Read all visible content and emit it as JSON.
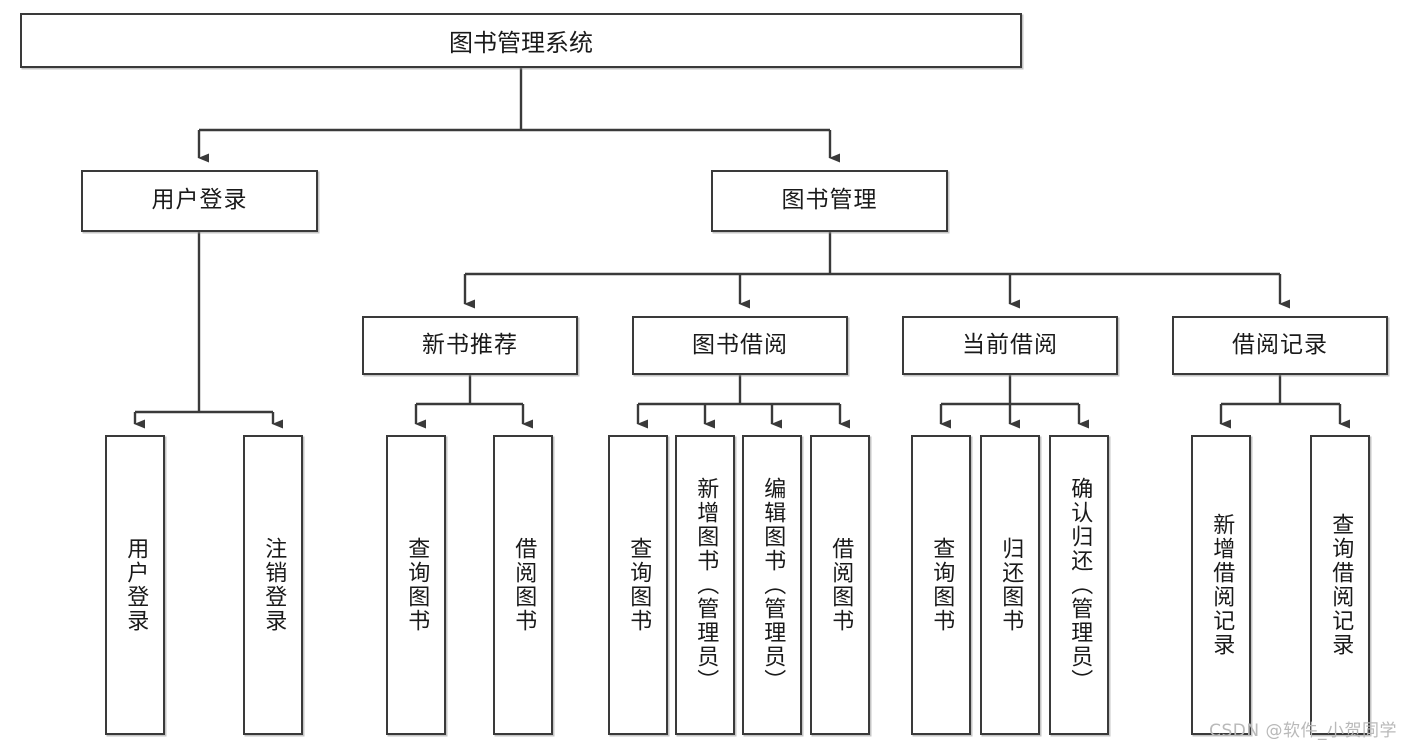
{
  "diagram": {
    "title_text": "图书管理系统",
    "type": "功能结构图",
    "colors": {
      "box_border": "#3a3a3a",
      "box_fill": "#ffffff",
      "line": "#3a3a3a",
      "text": "#1a1a1a",
      "watermark": "#b9b9b9"
    },
    "root": {
      "label": "图书管理系统"
    },
    "level2": [
      {
        "label": "用户登录"
      },
      {
        "label": "图书管理"
      }
    ],
    "level3": [
      {
        "label": "新书推荐"
      },
      {
        "label": "图书借阅"
      },
      {
        "label": "当前借阅"
      },
      {
        "label": "借阅记录"
      }
    ],
    "leaves": {
      "user_login": [
        {
          "label": "用户登录"
        },
        {
          "label": "注销登录"
        }
      ],
      "new_book": [
        {
          "label": "查询图书"
        },
        {
          "label": "借阅图书"
        }
      ],
      "book_borrow": [
        {
          "label": "查询图书"
        },
        {
          "label": "新增图书（管理员）"
        },
        {
          "label": "编辑图书（管理员）"
        },
        {
          "label": "借阅图书"
        }
      ],
      "current_borrow": [
        {
          "label": "查询图书"
        },
        {
          "label": "归还图书"
        },
        {
          "label": "确认归还（管理员）"
        }
      ],
      "borrow_record": [
        {
          "label": "新增借阅记录"
        },
        {
          "label": "查询借阅记录"
        }
      ]
    }
  },
  "watermark": {
    "text": "CSDN @软件_小贺同学"
  }
}
